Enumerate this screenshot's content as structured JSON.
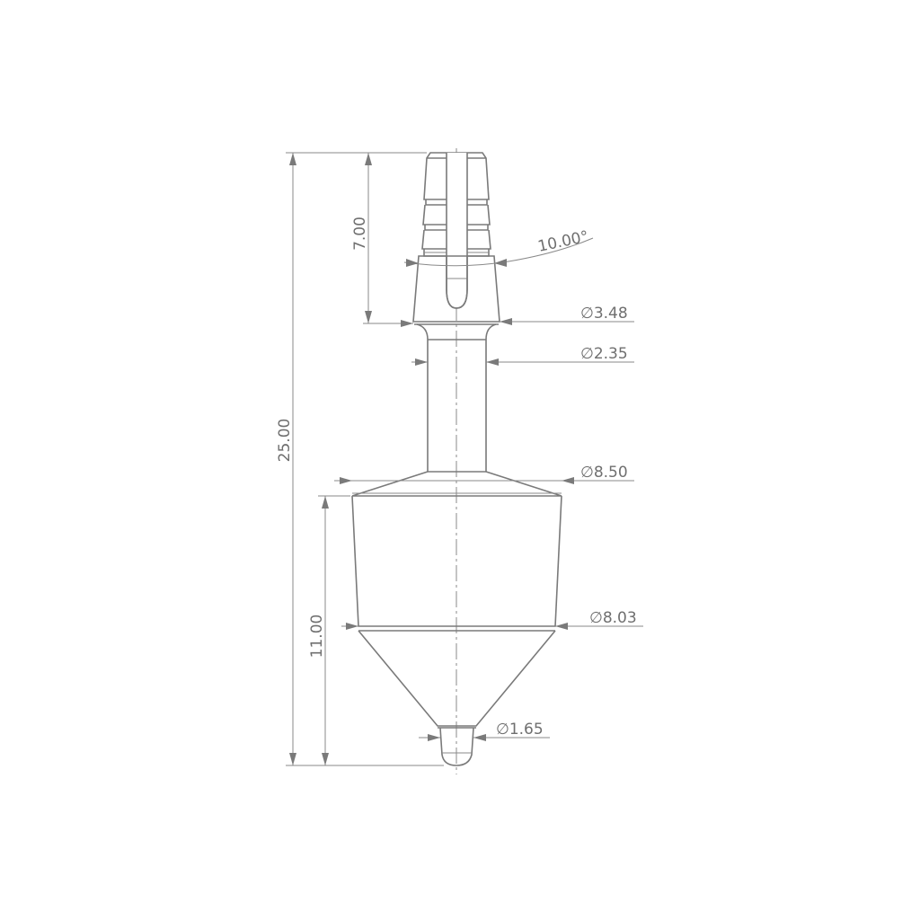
{
  "dimensions": {
    "overall_length": "25.00",
    "top_length": "7.00",
    "body_length": "11.00",
    "taper_angle": "10.00°",
    "dia_collar": "3.48",
    "dia_shaft": "2.35",
    "dia_body_top": "8.50",
    "dia_body_bottom": "8.03",
    "dia_tip": "1.65",
    "diameter_symbol": "∅"
  }
}
